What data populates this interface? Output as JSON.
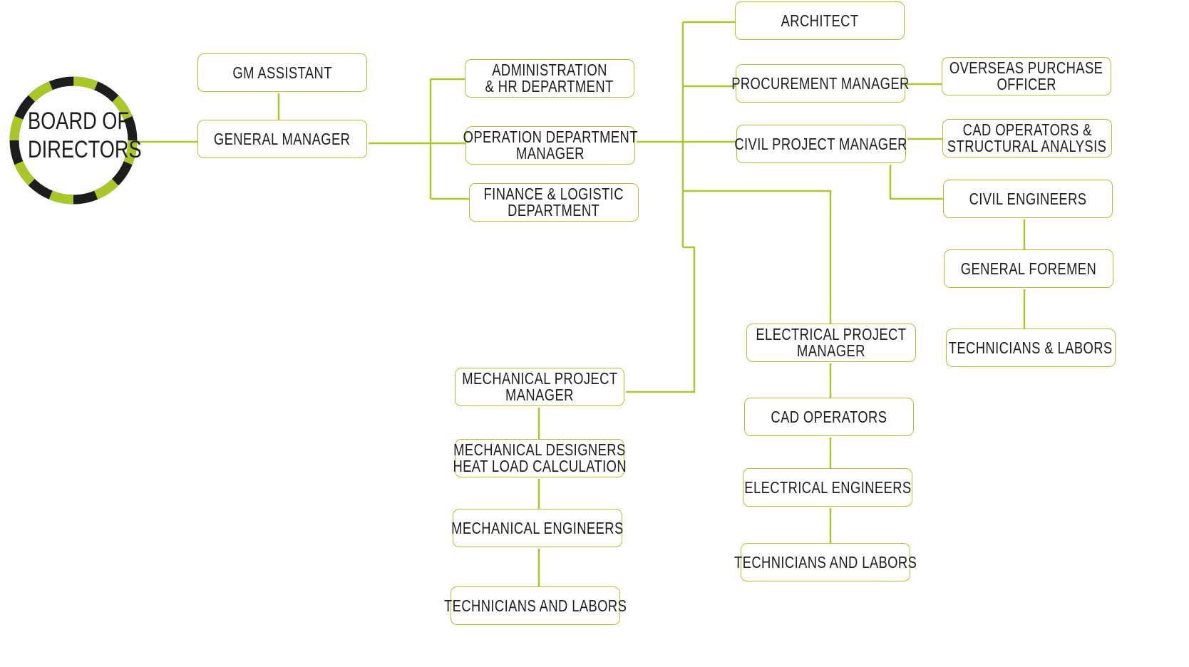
{
  "colors": {
    "accent": "#a8c82a",
    "dark": "#1d1d1b"
  },
  "board": {
    "lines": [
      "BOARD OF",
      "DIRECTORS"
    ]
  },
  "nodes": {
    "gm_assistant": [
      "GM ASSISTANT"
    ],
    "general_manager": [
      "GENERAL MANAGER"
    ],
    "admin_hr": [
      "ADMINISTRATION",
      "& HR DEPARTMENT"
    ],
    "operation": [
      "OPERATION DEPARTMENT",
      "MANAGER"
    ],
    "finance": [
      "FINANCE & LOGISTIC",
      "DEPARTMENT"
    ],
    "architect": [
      "ARCHITECT"
    ],
    "procurement": [
      "PROCUREMENT MANAGER"
    ],
    "overseas": [
      "OVERSEAS PURCHASE",
      "OFFICER"
    ],
    "civil_pm": [
      "CIVIL PROJECT MANAGER"
    ],
    "cad_structural": [
      "CAD OPERATORS &",
      "STRUCTURAL ANALYSIS"
    ],
    "civil_engineers": [
      "CIVIL ENGINEERS"
    ],
    "general_foremen": [
      "GENERAL FOREMEN"
    ],
    "civil_technicians": [
      "TECHNICIANS & LABORS"
    ],
    "electrical_pm": [
      "ELECTRICAL PROJECT",
      "MANAGER"
    ],
    "cad_operators": [
      "CAD OPERATORS"
    ],
    "electrical_engineers": [
      "ELECTRICAL ENGINEERS"
    ],
    "electrical_technicians": [
      "TECHNICIANS AND LABORS"
    ],
    "mechanical_pm": [
      "MECHANICAL PROJECT",
      "MANAGER"
    ],
    "mechanical_designers": [
      "MECHANICAL DESIGNERS",
      "HEAT LOAD CALCULATION"
    ],
    "mechanical_engineers": [
      "MECHANICAL ENGINEERS"
    ],
    "mechanical_technicians": [
      "TECHNICIANS AND LABORS"
    ]
  }
}
